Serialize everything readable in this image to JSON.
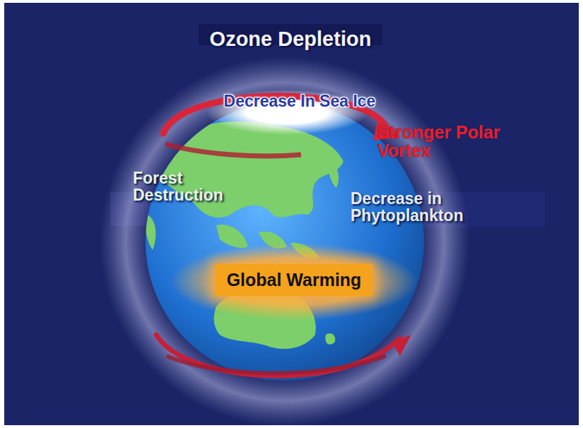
{
  "diagram": {
    "nodes": [
      {
        "text": [
          "Global Warming"
        ]
      }
    ],
    "labels": [
      "Ozone Depletion",
      "Decrease In Sea Ice",
      "Stronger Polar Vortex",
      "Forest Destruction",
      "Decrease in Phytoplankton"
    ]
  }
}
